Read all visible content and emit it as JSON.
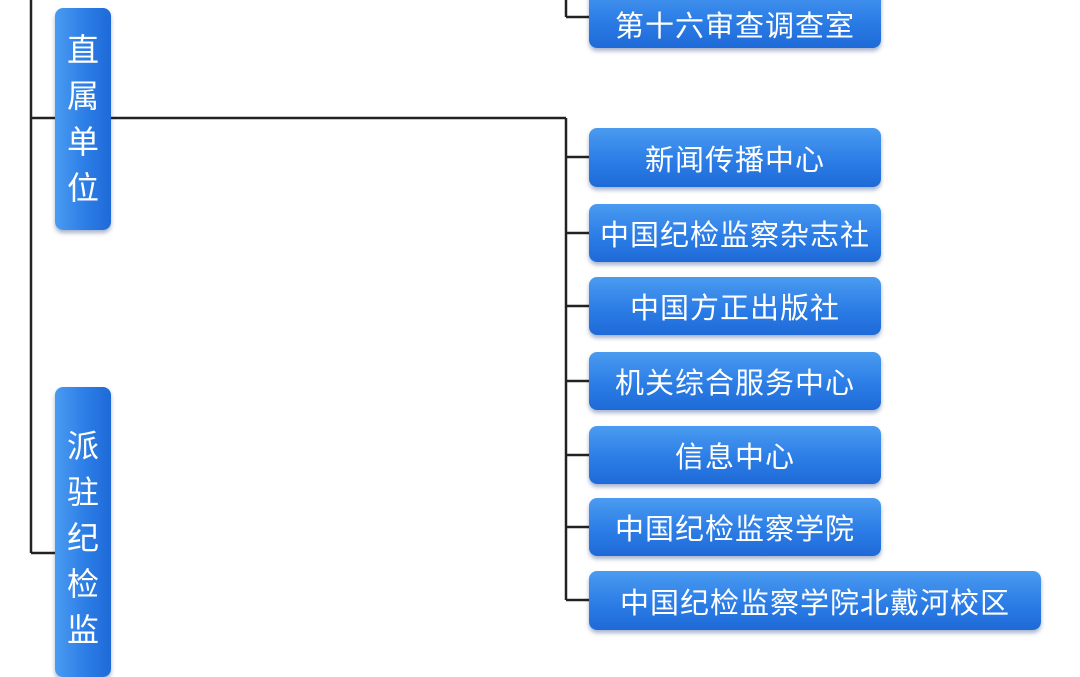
{
  "colors": {
    "box_fill": "#2c7de6",
    "box_text": "#ffffff",
    "connector": "#222222"
  },
  "top_item": {
    "label": "第十六审查调查室"
  },
  "direct_units": {
    "label": "直属单位",
    "children": [
      {
        "label": "新闻传播中心"
      },
      {
        "label": "中国纪检监察杂志社"
      },
      {
        "label": "中国方正出版社"
      },
      {
        "label": "机关综合服务中心"
      },
      {
        "label": "信息中心"
      },
      {
        "label": "中国纪检监察学院"
      },
      {
        "label": "中国纪检监察学院北戴河校区"
      }
    ]
  },
  "stationed_units": {
    "label": "派驻纪检监"
  }
}
